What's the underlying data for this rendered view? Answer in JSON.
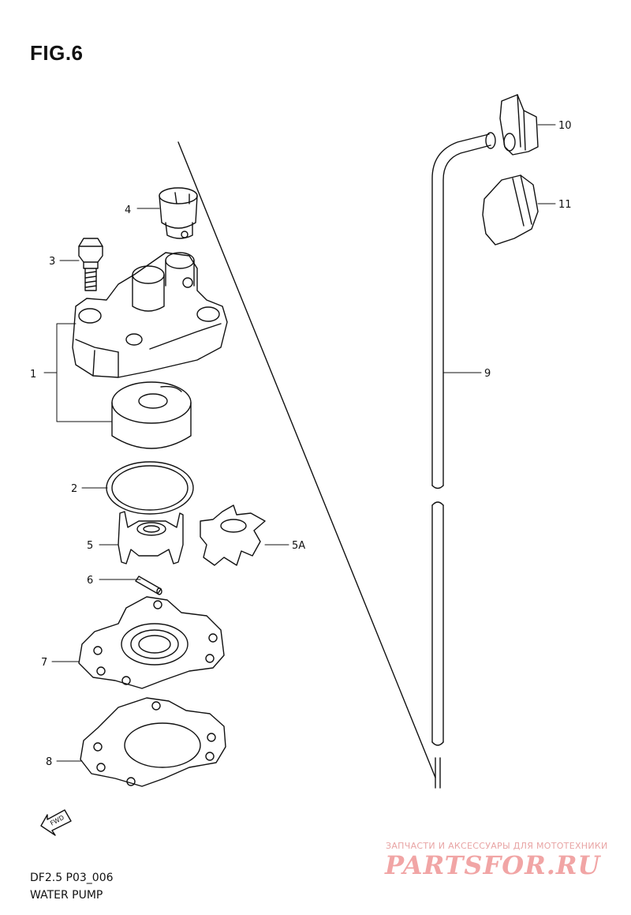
{
  "figure": {
    "title": "FIG.6",
    "code": "DF2.5 P03_006",
    "caption": "WATER PUMP"
  },
  "callouts": {
    "c1": "1",
    "c2": "2",
    "c3": "3",
    "c4": "4",
    "c5": "5",
    "c5a": "5A",
    "c6": "6",
    "c7": "7",
    "c8": "8",
    "c9": "9",
    "c10": "10",
    "c11": "11"
  },
  "fwd_label": "FWD",
  "watermark": {
    "tagline": "ЗАПЧАСТИ И АКСЕССУАРЫ ДЛЯ МОТОТЕХНИКИ",
    "logo": "PARTSFOR.RU"
  }
}
